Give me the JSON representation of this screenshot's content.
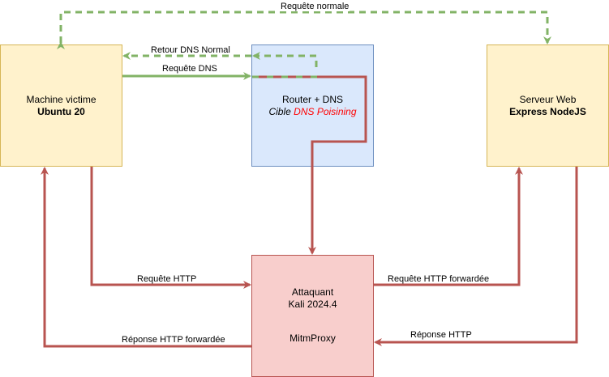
{
  "nodes": {
    "victim": {
      "line1": "Machine victime",
      "line2": "Ubuntu 20"
    },
    "router": {
      "line1": "Router + DNS",
      "line2_prefix": "Cible ",
      "line2_highlight": "DNS Poisining"
    },
    "server": {
      "line1": "Serveur Web",
      "line2": "Express NodeJS"
    },
    "attacker": {
      "line1": "Attaquant",
      "line2": "Kali 2024.4",
      "line3": "MitmProxy"
    }
  },
  "edges": {
    "normal_request": "Requête normale",
    "dns_return": "Retour DNS Normal",
    "dns_request": "Requête DNS",
    "http_request": "Requête HTTP",
    "http_forwarded_response": "Réponse HTTP forwardée",
    "http_forwarded_request": "Requête HTTP forwardée",
    "http_response": "Réponse HTTP"
  },
  "colors": {
    "green_edge": "#82b366",
    "red_edge": "#b85450",
    "victim_fill": "#fff2cc",
    "router_fill": "#dae8fc",
    "attacker_fill": "#f8cecc",
    "highlight_text": "#ff0000"
  }
}
